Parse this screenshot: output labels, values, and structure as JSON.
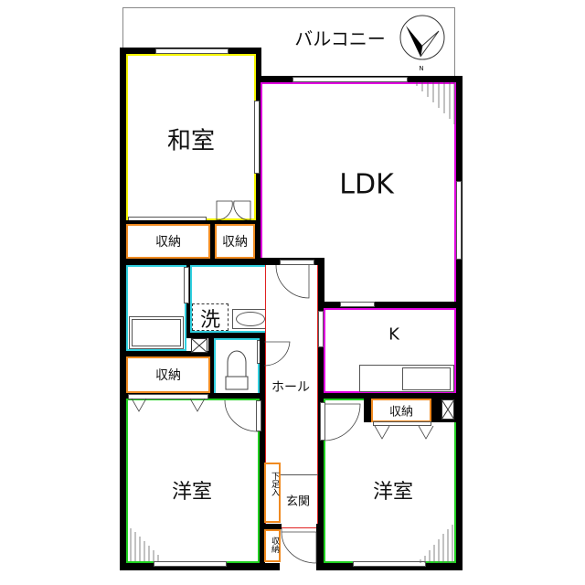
{
  "plan": {
    "balcony": "バルコニー",
    "north": "N",
    "rooms": {
      "washitsu": "和室",
      "ldk": "LDK",
      "kitchen": "K",
      "hall": "ホール",
      "genkan": "玄関",
      "youshitsu_left": "洋室",
      "youshitsu_right": "洋室",
      "senmen": "洗"
    },
    "storage": {
      "s1": "収納",
      "s2": "収納",
      "s3": "収納",
      "s4": "収納",
      "shoe": "下足入",
      "small": "収納"
    }
  },
  "colors": {
    "wall": "#000000",
    "washitsu": "#f5f500",
    "ldk": "#e000e0",
    "storage": "#f08a20",
    "wet": "#30d0e0",
    "hall": "#e02020",
    "youshitsu": "#20d020"
  }
}
